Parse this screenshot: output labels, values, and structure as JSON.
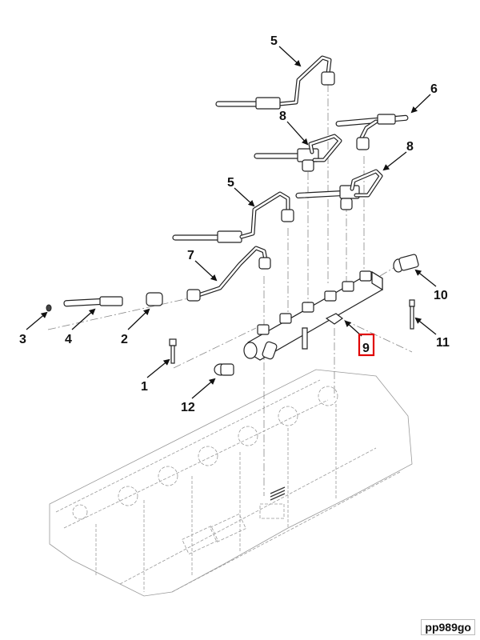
{
  "figure": {
    "id": "pp989go",
    "type": "exploded parts diagram",
    "subject": "Fuel rail, injector supply lines and cylinder head"
  },
  "callouts": [
    {
      "number": "1",
      "part": "rail-mounting-capscrew"
    },
    {
      "number": "2",
      "part": "connector-retainer-nut"
    },
    {
      "number": "3",
      "part": "o-ring"
    },
    {
      "number": "4",
      "part": "fuel-connector"
    },
    {
      "number": "5",
      "part": "fuel-supply-line"
    },
    {
      "number": "5",
      "part": "fuel-supply-line"
    },
    {
      "number": "6",
      "part": "fuel-supply-line"
    },
    {
      "number": "7",
      "part": "fuel-supply-line"
    },
    {
      "number": "8",
      "part": "fuel-supply-line"
    },
    {
      "number": "8",
      "part": "fuel-supply-line"
    },
    {
      "number": "9",
      "part": "fuel-rail",
      "highlighted": true
    },
    {
      "number": "10",
      "part": "rail-pressure-sensor"
    },
    {
      "number": "11",
      "part": "fitting-plug"
    },
    {
      "number": "12",
      "part": "rail-mounting-stud"
    }
  ],
  "highlight_color": "#e00000"
}
